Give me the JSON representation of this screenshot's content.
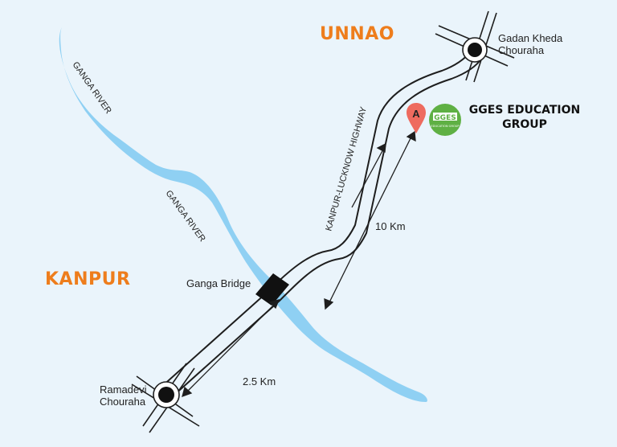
{
  "cities": {
    "unnao": "UNNAO",
    "kanpur": "KANPUR"
  },
  "places": {
    "gadan_kheda": [
      "Gadan Kheda",
      "Chouraha"
    ],
    "ramadevi": [
      "Ramadevi",
      "Chouraha"
    ],
    "ganga_bridge": "Ganga Bridge"
  },
  "rivers": {
    "upper": "GANGA RIVER",
    "lower": "GANGA RIVER"
  },
  "highway": "KANPUR-LUCKNOW HIGHWAY",
  "distances": {
    "long": "10 Km",
    "short": "2.5 Km"
  },
  "brand": {
    "pin_letter": "A",
    "logo_text": "GGES",
    "logo_sub": "EDUCATION GROUP",
    "name_line1": "GGES EDUCATION",
    "name_line2": "GROUP"
  },
  "colors": {
    "background": "#eaf4fb",
    "river": "#8fd0f3",
    "city": "#ee7d1c",
    "pin": "#ee6b5f",
    "logo": "#5fb044"
  }
}
